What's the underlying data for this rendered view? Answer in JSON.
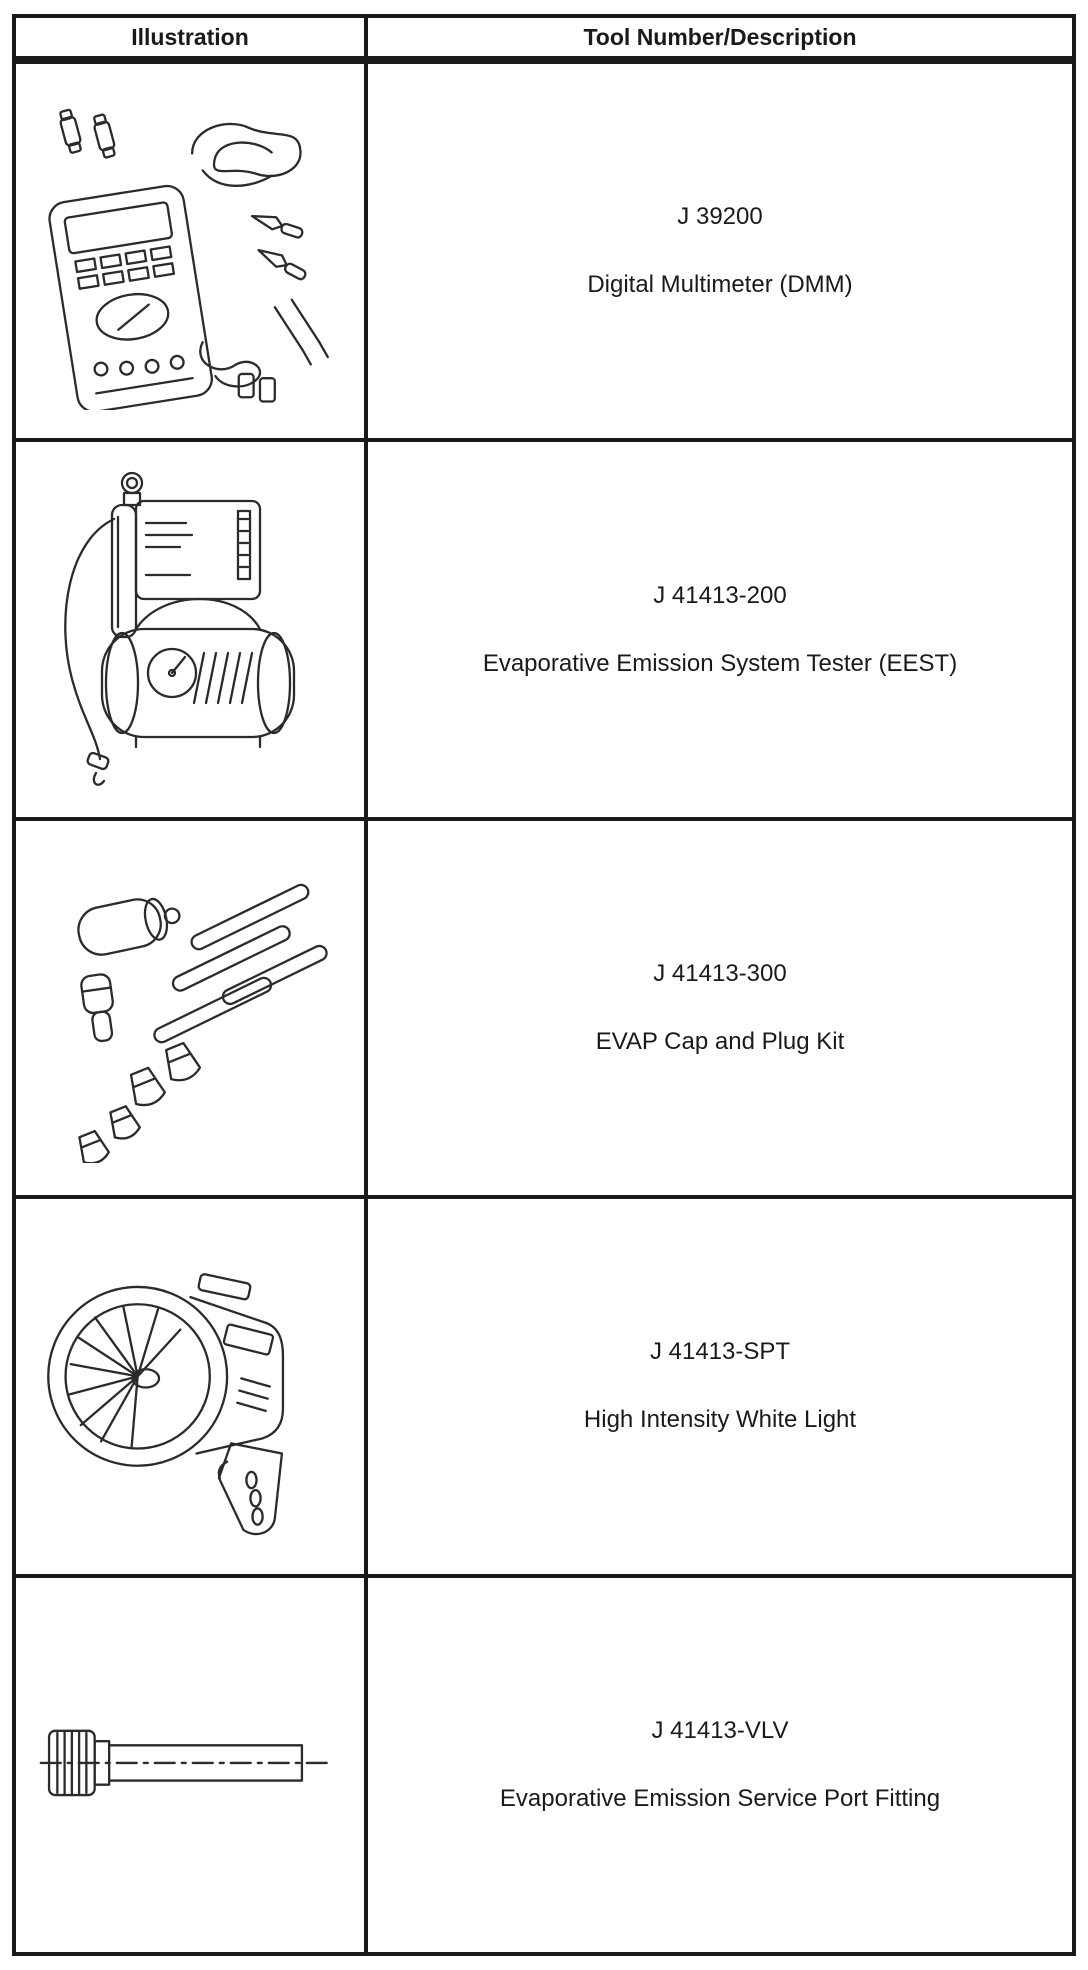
{
  "table": {
    "headers": [
      "Illustration",
      "Tool Number/Description"
    ],
    "rows": [
      {
        "tool_number": "J 39200",
        "description": "Digital Multimeter (DMM)",
        "illustration": "digital-multimeter-illustration"
      },
      {
        "tool_number": "J 41413-200",
        "description": "Evaporative Emission System Tester (EEST)",
        "illustration": "evap-emission-system-tester-illustration"
      },
      {
        "tool_number": "J 41413-300",
        "description": "EVAP Cap and Plug Kit",
        "illustration": "evap-cap-and-plug-kit-illustration"
      },
      {
        "tool_number": "J 41413-SPT",
        "description": "High Intensity White Light",
        "illustration": "high-intensity-white-light-illustration"
      },
      {
        "tool_number": "J 41413-VLV",
        "description": "Evaporative Emission Service Port Fitting",
        "illustration": "evap-service-port-fitting-illustration"
      }
    ]
  },
  "colors": {
    "border": "#1a1a1a",
    "background": "#ffffff",
    "text": "#1a1a1a"
  }
}
